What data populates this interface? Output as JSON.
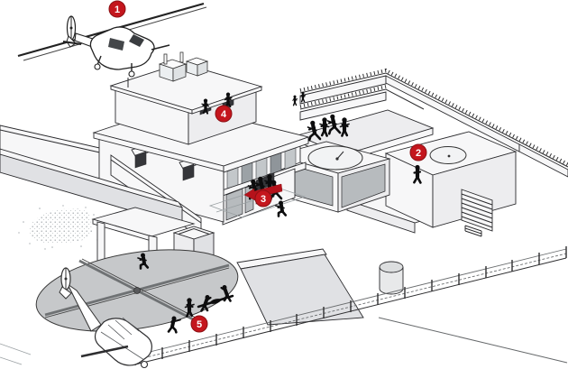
{
  "diagram": {
    "type": "isometric-raid-illustration",
    "background": "#ffffff"
  },
  "markers": [
    {
      "label": "1"
    },
    {
      "label": "2"
    },
    {
      "label": "3"
    },
    {
      "label": "4"
    },
    {
      "label": "5"
    }
  ],
  "colors": {
    "marker_red": "#c4161d",
    "arrow_red": "#b5121b",
    "line_dark": "#2b2b2e",
    "building_white": "#f7f7f8",
    "building_light": "#ededef",
    "building_mid": "#e0e1e4",
    "building_gray": "#c9cbce",
    "panel_gray": "#b7bbbe",
    "window_dark": "#35363a",
    "figure_black": "#0d0d0e",
    "rotor_gray": "#c6c8ca",
    "ground_white": "#ffffff"
  }
}
